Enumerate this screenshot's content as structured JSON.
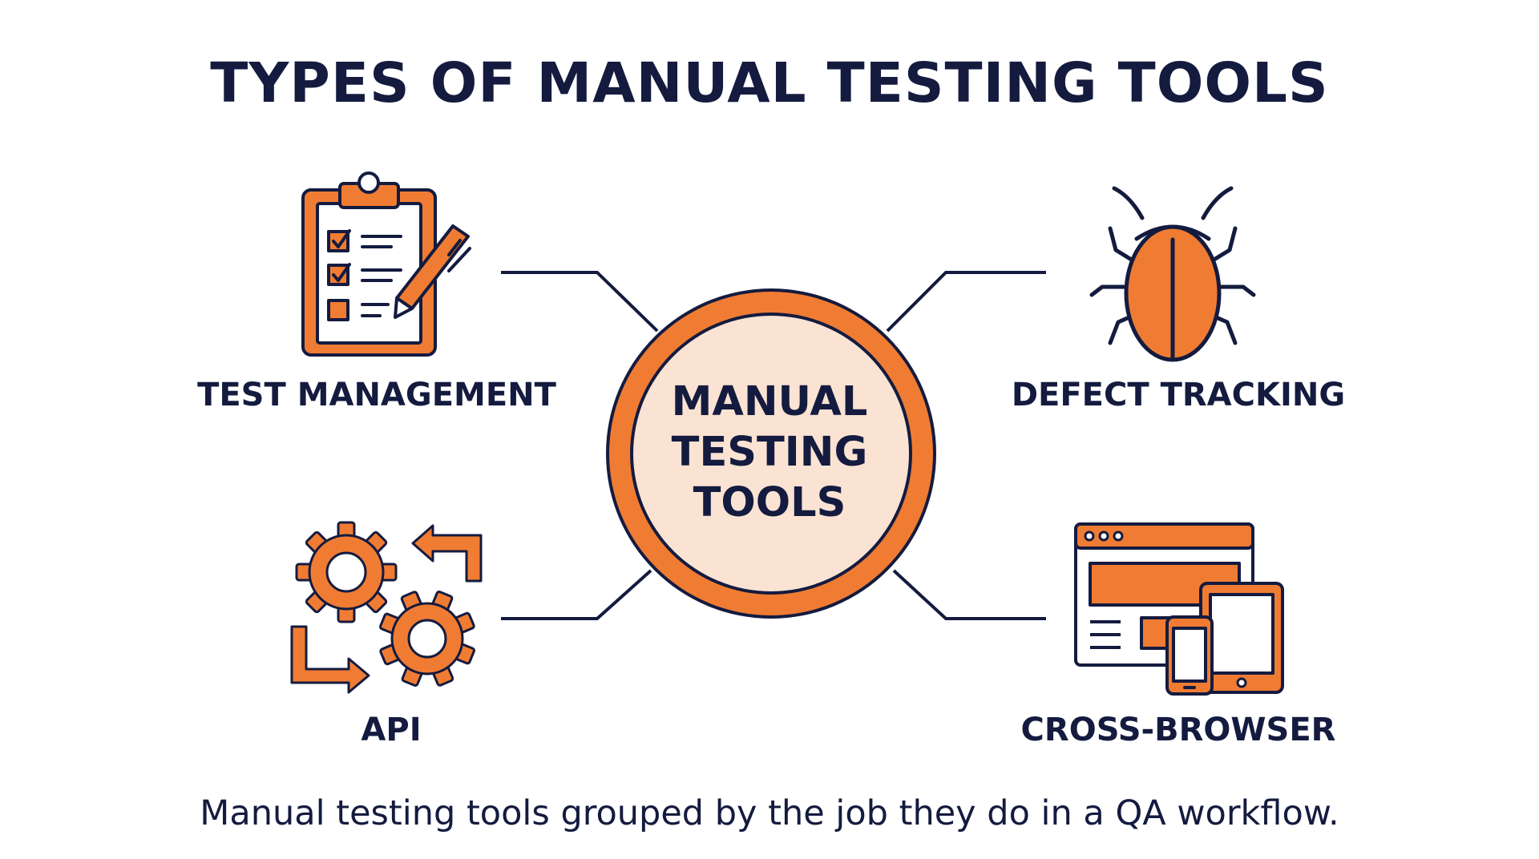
{
  "title": "TYPES OF MANUAL TESTING TOOLS",
  "hub": {
    "lines": [
      "MANUAL",
      "TESTING",
      "TOOLS"
    ]
  },
  "categories": [
    {
      "label": "TEST MANAGEMENT",
      "icon": "clipboard-checklist-icon"
    },
    {
      "label": "DEFECT TRACKING",
      "icon": "bug-icon"
    },
    {
      "label": "API",
      "icon": "gears-cycle-icon"
    },
    {
      "label": "CROSS-BROWSER",
      "icon": "browser-devices-icon"
    }
  ],
  "caption": "Manual testing tools grouped by the job they do in a QA workflow.",
  "colors": {
    "navy": "#141b3f",
    "orange": "#f07c33",
    "hub_fill": "#fbe3d3",
    "white": "#ffffff"
  }
}
